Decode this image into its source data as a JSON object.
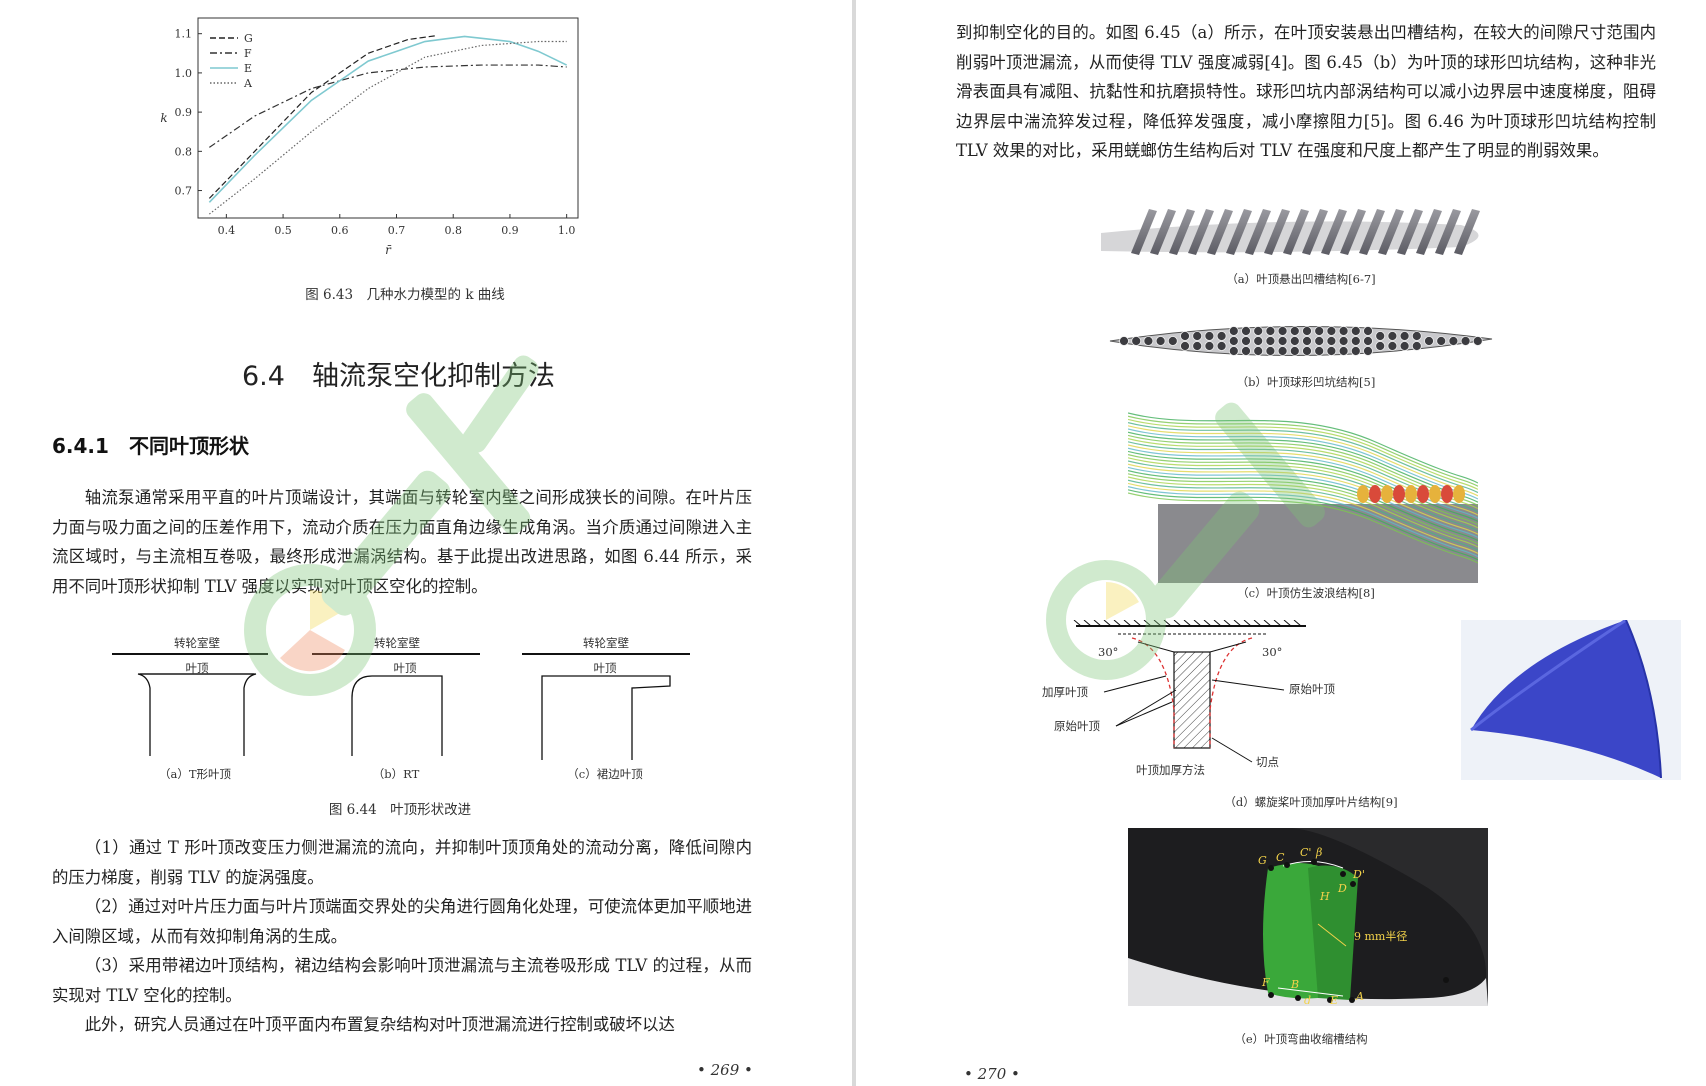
{
  "left_page": {
    "figure_643": {
      "caption": "图 6.43　几种水力模型的 k 曲线",
      "chart_data": {
        "type": "line",
        "xlabel": "r̄",
        "ylabel": "k",
        "xlim": [
          0.35,
          1.02
        ],
        "ylim": [
          0.63,
          1.14
        ],
        "x_ticks": [
          "0.4",
          "0.5",
          "0.6",
          "0.7",
          "0.8",
          "0.9",
          "1.0"
        ],
        "y_ticks": [
          "0.7",
          "0.8",
          "0.9",
          "1.0",
          "1.1"
        ],
        "legend_position": "top-left",
        "series": [
          {
            "name": "G",
            "style": "dashed",
            "color": "#222222",
            "x": [
              0.37,
              0.45,
              0.55,
              0.65,
              0.72,
              0.77
            ],
            "y": [
              0.68,
              0.8,
              0.95,
              1.05,
              1.085,
              1.095
            ]
          },
          {
            "name": "F",
            "style": "dashdot",
            "color": "#333333",
            "x": [
              0.37,
              0.45,
              0.55,
              0.65,
              0.75,
              0.85,
              0.95,
              1.0
            ],
            "y": [
              0.81,
              0.89,
              0.96,
              1.0,
              1.015,
              1.02,
              1.02,
              1.015
            ]
          },
          {
            "name": "E",
            "style": "solid",
            "color": "#7fc9d0",
            "x": [
              0.37,
              0.45,
              0.55,
              0.65,
              0.75,
              0.82,
              0.9,
              0.95,
              1.0
            ],
            "y": [
              0.67,
              0.79,
              0.93,
              1.03,
              1.08,
              1.093,
              1.08,
              1.055,
              1.02
            ]
          },
          {
            "name": "A",
            "style": "dotted",
            "color": "#666666",
            "x": [
              0.37,
              0.45,
              0.55,
              0.65,
              0.75,
              0.85,
              0.95,
              1.0
            ],
            "y": [
              0.64,
              0.73,
              0.85,
              0.96,
              1.04,
              1.07,
              1.08,
              1.08
            ]
          }
        ]
      }
    },
    "section_title": "6.4　轴流泵空化抑制方法",
    "subsection_title": "6.4.1　不同叶顶形状",
    "paragraph1": "轴流泵通常采用平直的叶片顶端设计，其端面与转轮室内壁之间形成狭长的间隙。在叶片压力面与吸力面之间的压差作用下，流动介质在压力面直角边缘生成角涡。当介质通过间隙进入主流区域时，与主流相互卷吸，最终形成泄漏涡结构。基于此提出改进思路，如图 6.44 所示，采用不同叶顶形状抑制 TLV 强度以实现对叶顶区空化的控制。",
    "figure_644": {
      "caption": "图 6.44　叶顶形状改进",
      "panels": [
        {
          "wall": "转轮室壁",
          "tip": "叶顶",
          "label": "（a）T形叶顶"
        },
        {
          "wall": "转轮室壁",
          "tip": "叶顶",
          "label": "（b）RT"
        },
        {
          "wall": "转轮室壁",
          "tip": "叶顶",
          "label": "（c）裙边叶顶"
        }
      ]
    },
    "items": [
      "（1）通过 T 形叶顶改变压力侧泄漏流的流向，并抑制叶顶顶角处的流动分离，降低间隙内的压力梯度，削弱 TLV 的旋涡强度。",
      "（2）通过对叶片压力面与叶片顶端面交界处的尖角进行圆角化处理，可使流体更加平顺地进入间隙区域，从而有效抑制角涡的生成。",
      "（3）采用带裙边叶顶结构，裙边结构会影响叶顶泄漏流与主流卷吸形成 TLV 的过程，从而实现对 TLV 空化的控制。"
    ],
    "paragraph_last": "此外，研究人员通过在叶顶平面内布置复杂结构对叶顶泄漏流进行控制或破坏以达",
    "page_number": "• 269 •"
  },
  "right_page": {
    "paragraph_top_html": "到抑制空化的目的。如图 6.45（a）所示，在叶顶安装悬出凹槽结构，在较大的间隙尺寸范围内削弱叶顶泄漏流，从而使得 TLV 强度减弱[4]。图 6.45（b）为叶顶的球形凹坑结构，这种非光滑表面具有减阻、抗黏性和抗磨损特性。球形凹坑内部涡结构可以减小边界层中速度梯度，阻碍边界层中湍流猝发过程，降低猝发强度，减小摩擦阻力[5]。图 6.46 为叶顶球形凹坑结构控制 TLV 效果的对比，采用蜣螂仿生结构后对 TLV 在强度和尺度上都产生了明显的削弱效果。",
    "fig_a_caption": "（a）叶顶悬出凹槽结构[6-7]",
    "fig_b_caption": "（b）叶顶球形凹坑结构[5]",
    "fig_c_caption": "（c）叶顶仿生波浪结构[8]",
    "fig_d": {
      "caption": "（d）螺旋桨叶顶加厚叶片结构[9]",
      "angle_left": "30°",
      "angle_right": "30°",
      "label_thick": "加厚叶顶",
      "label_orig_left": "原始叶顶",
      "label_orig_right": "原始叶顶",
      "label_tangent": "切点",
      "label_method": "叶顶加厚方法"
    },
    "fig_e": {
      "caption": "（e）叶顶弯曲收缩槽结构",
      "radius_label": "9 mm半径",
      "points": [
        "G",
        "C",
        "C'",
        "β",
        "D'",
        "D",
        "H",
        "F",
        "B",
        "A",
        "E",
        "d"
      ]
    },
    "page_number": "• 270 •"
  },
  "colors": {
    "text": "#222222",
    "watermark_green": "#7cc576",
    "watermark_yellow": "#f1d84e",
    "blade_blue": "#3b46c8",
    "groove_green": "#3aa83a"
  }
}
